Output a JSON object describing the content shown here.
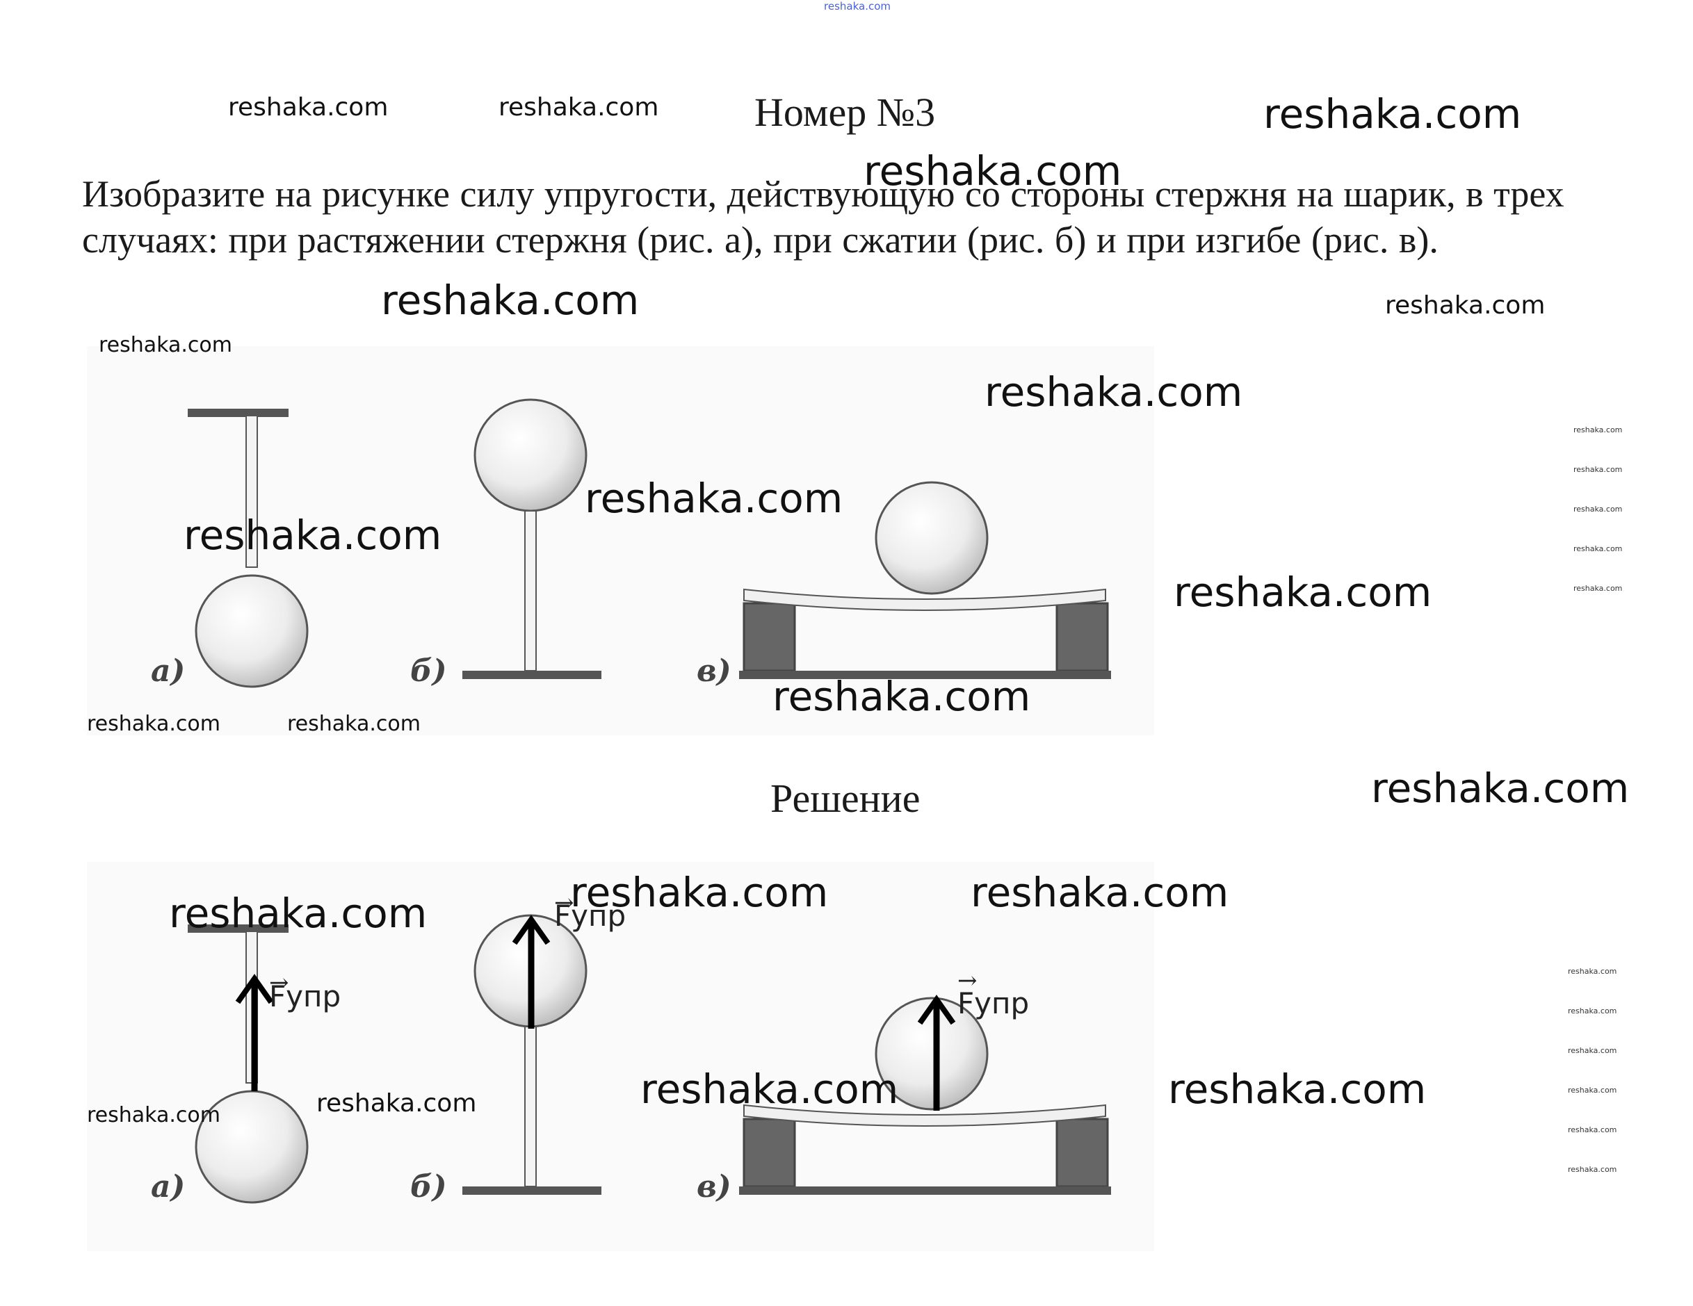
{
  "header": {
    "title": "Номер №3"
  },
  "task": {
    "text": "Изобразите на рисунке силу упругости, действующую со стороны стержня на шарик, в трех случаях: при растяжении стержня (рис. а), при сжатии (рис. б) и при изгибе (рис. в)."
  },
  "solution": {
    "title": "Решение"
  },
  "figures": {
    "labels": {
      "a": "а)",
      "b": "б)",
      "c": "в)"
    },
    "force_label": "Fупр",
    "force_vector_mark": "→"
  },
  "watermark": {
    "text": "reshaka.com"
  }
}
